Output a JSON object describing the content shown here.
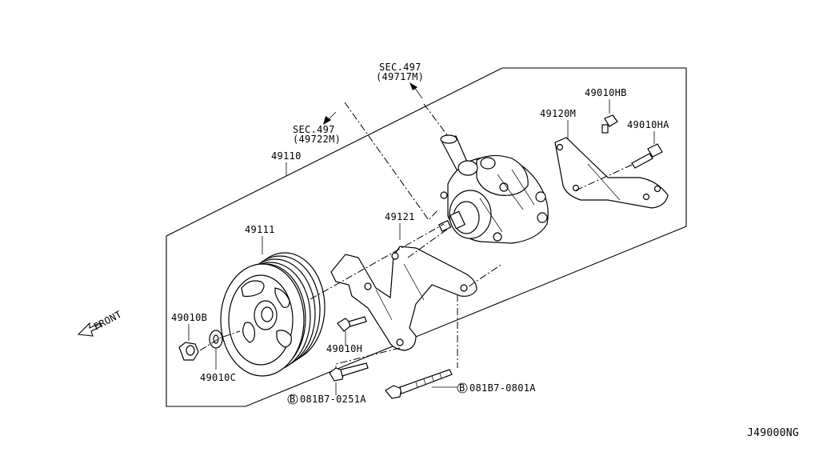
{
  "diagram": {
    "code": "J49000NG",
    "front_label": "FRONT",
    "section_refs": [
      {
        "line1": "SEC.497",
        "line2": "(49717M)"
      },
      {
        "line1": "SEC.497",
        "line2": "(49722M)"
      }
    ],
    "callouts": {
      "assembly": "49110",
      "pulley": "49111",
      "front_bracket": "49121",
      "rear_bracket": "49120M",
      "bolt_hb": "49010HB",
      "bolt_ha": "49010HA",
      "nut": "49010B",
      "washer": "49010C",
      "bolt_h": "49010H",
      "bolt_short": {
        "prefix": "B",
        "number": "081B7-0251A"
      },
      "bolt_long": {
        "prefix": "B",
        "number": "081B7-0801A"
      }
    }
  }
}
